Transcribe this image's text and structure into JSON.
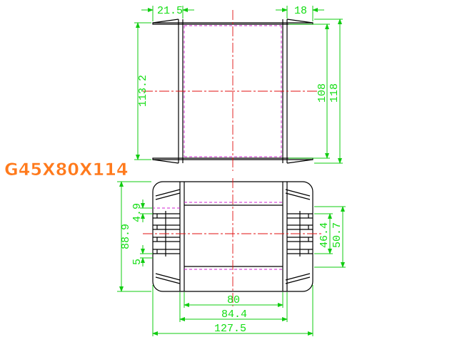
{
  "title": "G45X80X114",
  "dimensions": {
    "d21_5": "21.5",
    "d18": "18",
    "d113_2": "113.2",
    "d108": "108",
    "d118": "118",
    "d4_9": "4.9",
    "d88_9": "88.9",
    "d5": "5",
    "d46_4": "46.4",
    "d50_7": "50.7",
    "d80": "80",
    "d84_4": "84.4",
    "d127_5": "127.5"
  },
  "colors": {
    "dimension": "#11dd11",
    "centerline": "#e01010",
    "hidden": "#d020d0",
    "outline": "#000000",
    "title": "#ff7a1c"
  }
}
